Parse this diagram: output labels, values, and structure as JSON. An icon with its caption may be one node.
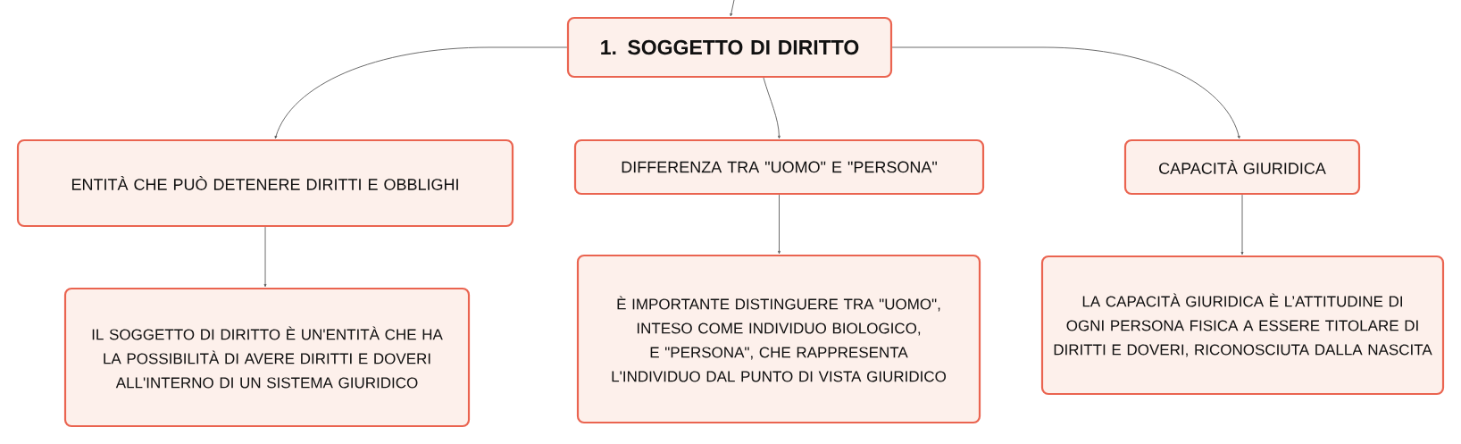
{
  "diagram": {
    "nodes": [
      {
        "text": [
          "1. SOGGETTO DI DIRITTO"
        ]
      },
      {
        "text": [
          "ENTITÀ CHE PUÒ DETENERE DIRITTI E OBBLIGHI"
        ]
      },
      {
        "text": [
          "DIFFERENZA TRA \"UOMO\" E \"PERSONA\""
        ]
      },
      {
        "text": [
          "CAPACITÀ GIURIDICA"
        ]
      },
      {
        "text": [
          "IL SOGGETTO DI DIRITTO È UN'ENTITÀ CHE HA LA POSSIBILITÀ DI AVERE DIRITTI E DOVERI ALL'INTERNO DI UN SISTEMA GIURIDICO"
        ]
      },
      {
        "text": [
          "È IMPORTANTE DISTINGUERE TRA \"UOMO\", INTESO COME INDIVIDUO BIOLOGICO, E \"PERSONA\", CHE RAPPRESENTA L'INDIVIDUO DAL PUNTO DI VISTA GIURIDICO"
        ]
      },
      {
        "text": [
          "LA CAPACITÀ GIURIDICA È L’ATTITUDINE DI OGNI PERSONA FISICA A ESSERE TITOLARE DI DIRITTI E DOVERI, RICONOSCIUTA DALLA NASCITA"
        ]
      }
    ],
    "edges": [
      {
        "from": null,
        "to": 0,
        "arrow": "to"
      },
      {
        "from": 0,
        "to": 1,
        "arrow": "to"
      },
      {
        "from": 0,
        "to": 2,
        "arrow": "to"
      },
      {
        "from": 0,
        "to": 3,
        "arrow": "to"
      },
      {
        "from": 1,
        "to": 4,
        "arrow": "to"
      },
      {
        "from": 2,
        "to": 5,
        "arrow": "to"
      },
      {
        "from": 3,
        "to": 6,
        "arrow": "to"
      }
    ]
  }
}
